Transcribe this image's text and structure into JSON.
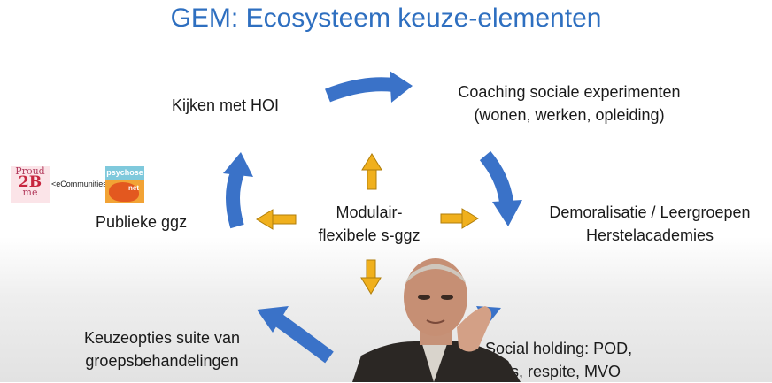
{
  "slide": {
    "title": "GEM: Ecosysteem keuze-elementen"
  },
  "nodes": {
    "kijken": "Kijken met HOI",
    "coaching_line1": "Coaching sociale experimenten",
    "coaching_line2": "(wonen, werken, opleiding)",
    "demoralisatie_line1": "Demoralisatie / Leergroepen",
    "demoralisatie_line2": "Herstelacademies",
    "center_line1": "Modulair-",
    "center_line2": "flexibele s-ggz",
    "publieke": "Publieke ggz",
    "keuzeopties_line1": "Keuzeopties suite van",
    "keuzeopties_line2": "groepsbehandelingen",
    "social_line1": "Social holding: POD,",
    "social_line2": "ats, respite, MVO"
  },
  "logos": {
    "proud_line1": "Proud",
    "proud_line2": "2B",
    "proud_line3": "me",
    "ecommunities": "<eCommunities>",
    "psychosenet_top": "psychose",
    "psychosenet_bottom": "net"
  },
  "colors": {
    "title": "#2e6fc0",
    "cycle_arrow": "#3a72c8",
    "center_arrow": "#f0b01d"
  }
}
